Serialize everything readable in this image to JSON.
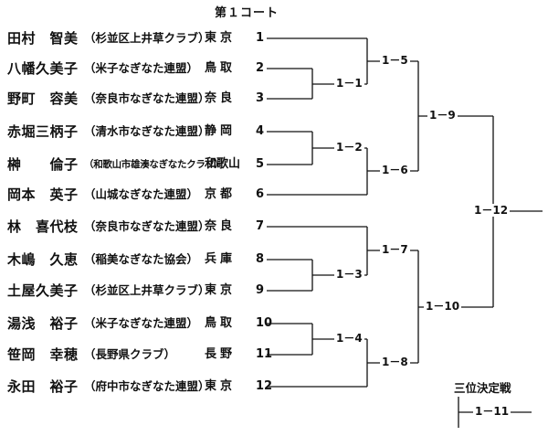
{
  "court_title": "第１コート",
  "third_place_title": "三位決定戦",
  "players": [
    {
      "name": "田村　智美",
      "club": "（杉並区上井草クラブ）",
      "pref": "東京",
      "seed": "1"
    },
    {
      "name": "八幡久美子",
      "club": "（米子なぎなた連盟）",
      "pref": "鳥取",
      "seed": "2"
    },
    {
      "name": "野町　容美",
      "club": "（奈良市なぎなた連盟）",
      "pref": "奈良",
      "seed": "3"
    },
    {
      "name": "赤堀三柄子",
      "club": "（清水市なぎなた連盟）",
      "pref": "静岡",
      "seed": "4"
    },
    {
      "name": "榊　　倫子",
      "club": "（和歌山市雄湊なぎなたクラブ）",
      "pref": "和歌山",
      "seed": "5"
    },
    {
      "name": "岡本　英子",
      "club": "（山城なぎなた連盟）",
      "pref": "京都",
      "seed": "6"
    },
    {
      "name": "林　喜代枝",
      "club": "（奈良市なぎなた連盟）",
      "pref": "奈良",
      "seed": "7"
    },
    {
      "name": "木嶋　久恵",
      "club": "（稲美なぎなた協会）",
      "pref": "兵庫",
      "seed": "8"
    },
    {
      "name": "土屋久美子",
      "club": "（杉並区上井草クラブ）",
      "pref": "東京",
      "seed": "9"
    },
    {
      "name": "湯浅　裕子",
      "club": "（米子なぎなた連盟）",
      "pref": "鳥取",
      "seed": "10"
    },
    {
      "name": "笹岡　幸穂",
      "club": "（長野県クラブ）",
      "pref": "長野",
      "seed": "11"
    },
    {
      "name": "永田　裕子",
      "club": "（府中市なぎなた連盟）",
      "pref": "東京",
      "seed": "12"
    }
  ],
  "matches": {
    "m1": "1－1",
    "m2": "1－2",
    "m3": "1－3",
    "m4": "1－4",
    "m5": "1－5",
    "m6": "1－6",
    "m7": "1－7",
    "m8": "1－8",
    "m9": "1－9",
    "m10": "1－10",
    "m11": "1－11",
    "m12": "1－12"
  }
}
